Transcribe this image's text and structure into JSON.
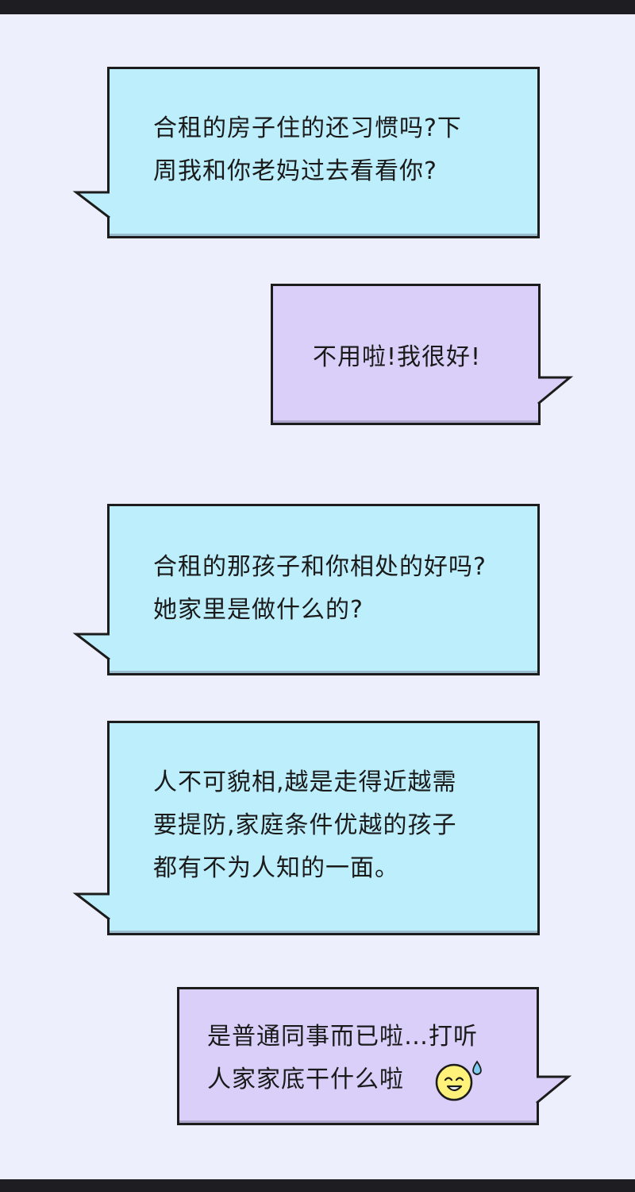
{
  "messages": [
    {
      "sender": "parent",
      "text": "合租的房子住的还习惯吗?下\n周我和你老妈过去看看你?"
    },
    {
      "sender": "me",
      "text": "不用啦!我很好!"
    },
    {
      "sender": "parent",
      "text": "合租的那孩子和你相处的好吗?\n她家里是做什么的?"
    },
    {
      "sender": "parent",
      "text": "人不可貌相,越是走得近越需\n要提防,家庭条件优越的孩子\n都有不为人知的一面。"
    },
    {
      "sender": "me",
      "text": "是普通同事而已啦…打听\n人家家底干什么啦",
      "emoji": "sweat-smile-emoji"
    }
  ],
  "colors": {
    "parent_bubble": "#bdeefc",
    "me_bubble": "#d9cff9",
    "outline": "#1c1c1c",
    "background": "#eeeffc",
    "frame": "#1e1e22",
    "emoji_face": "#fff27a",
    "sweat_drop": "#7ecbf0"
  }
}
